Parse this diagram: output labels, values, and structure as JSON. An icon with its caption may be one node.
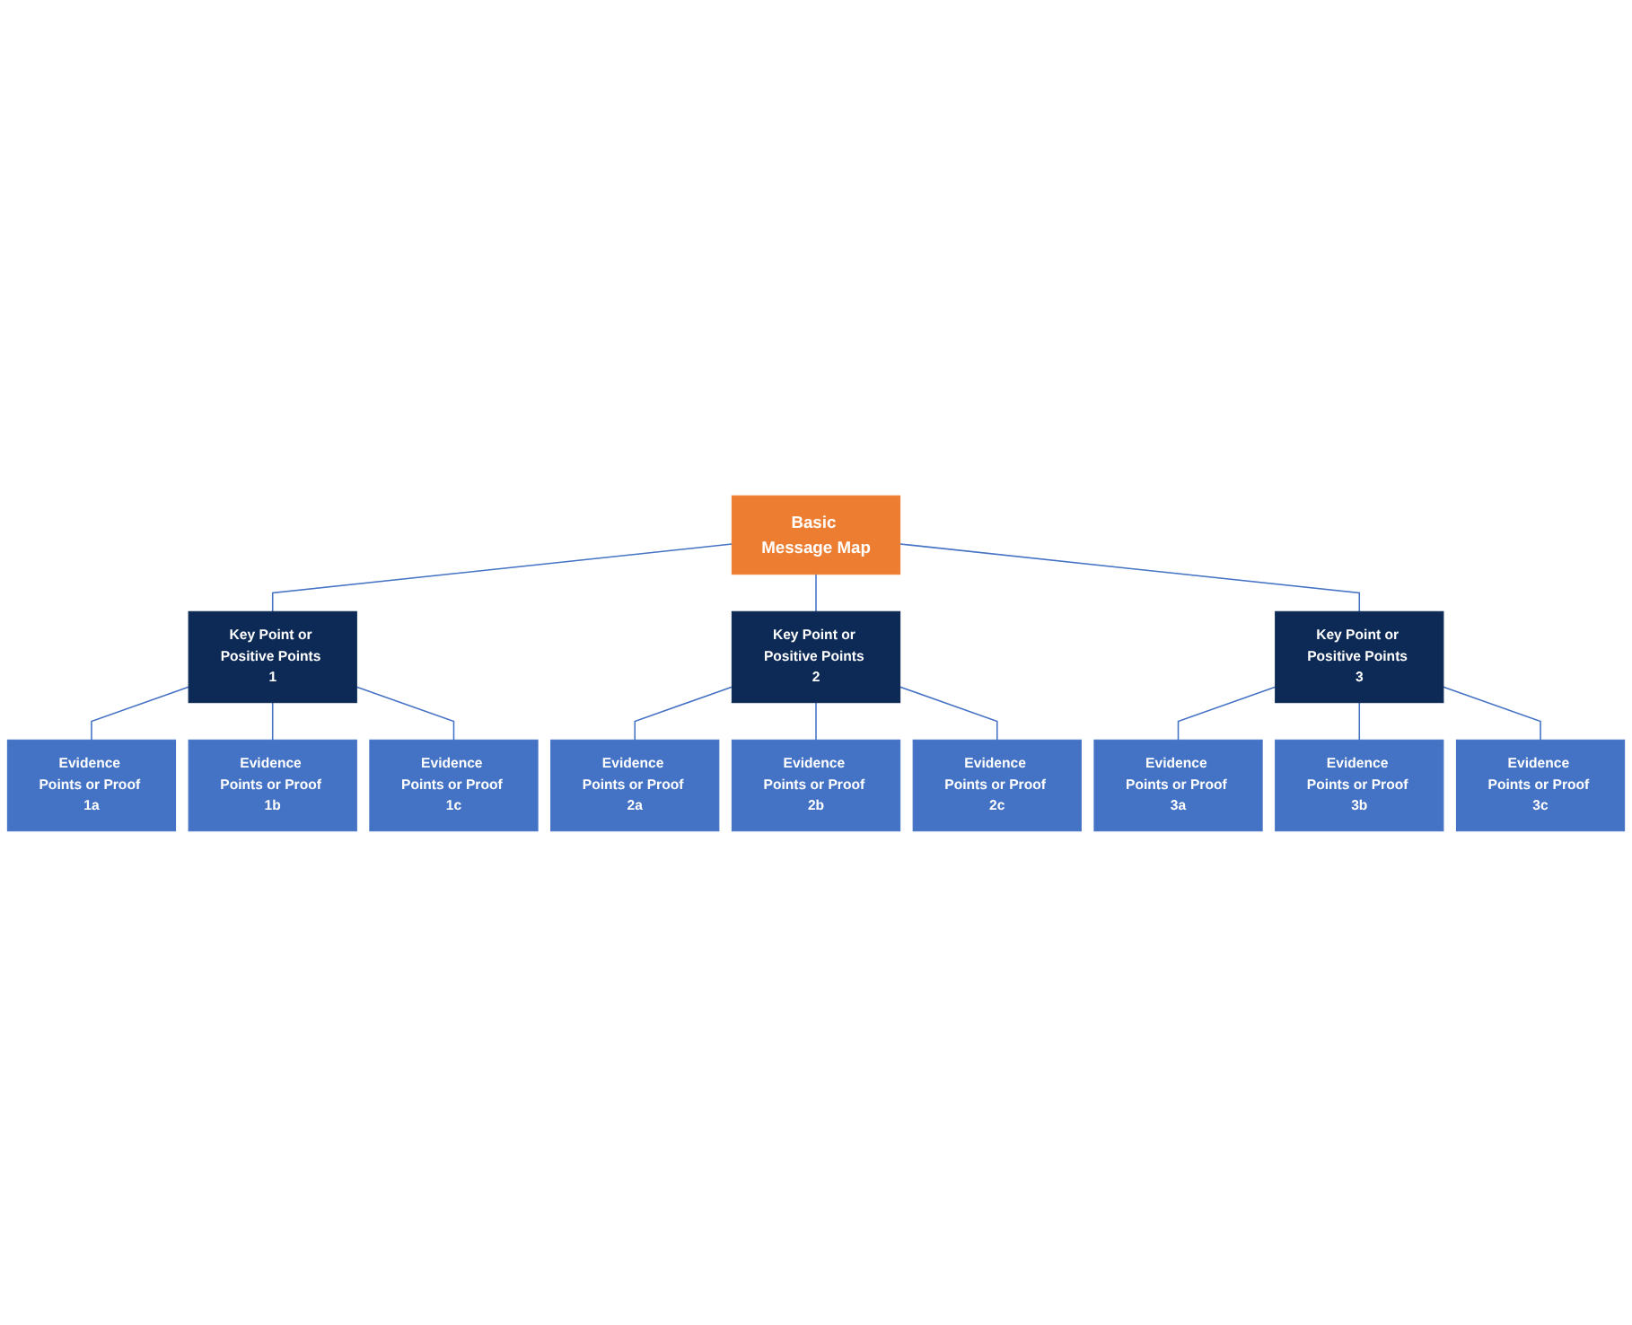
{
  "diagram": {
    "nodes": [
      {
        "text": [
          "Basic Message Map"
        ]
      },
      {
        "text": [
          "Key Point or Positive Points 1"
        ]
      },
      {
        "text": [
          "Key Point or Positive Points 2"
        ]
      },
      {
        "text": [
          "Key Point or Positive Points 3"
        ]
      },
      {
        "text": [
          "Evidence Points or Proof 1a"
        ]
      },
      {
        "text": [
          "Evidence Points or Proof 2a"
        ]
      },
      {
        "text": [
          "Evidence Points or Proof 3a"
        ]
      },
      {
        "text": [
          "Evidence Points or Proof 1b"
        ]
      },
      {
        "text": [
          "Evidence Points or Proof 2b"
        ]
      },
      {
        "text": [
          "Evidence Points or Proof 3b"
        ]
      },
      {
        "text": [
          "Evidence Points or Proof 1c"
        ]
      },
      {
        "text": [
          "Evidence Points or Proof 2c"
        ]
      },
      {
        "text": [
          "Evidence Points or Proof 3c"
        ]
      }
    ],
    "edges": [
      {
        "from": 0,
        "to": 1,
        "arrow": "none"
      },
      {
        "from": 0,
        "to": 2,
        "arrow": "none"
      },
      {
        "from": 0,
        "to": 3,
        "arrow": "none"
      },
      {
        "from": 1,
        "to": 4,
        "arrow": "none"
      },
      {
        "from": 1,
        "to": 7,
        "arrow": "none"
      },
      {
        "from": 1,
        "to": 10,
        "arrow": "none"
      },
      {
        "from": 2,
        "to": 5,
        "arrow": "none"
      },
      {
        "from": 2,
        "to": 8,
        "arrow": "none"
      },
      {
        "from": 2,
        "to": 11,
        "arrow": "none"
      },
      {
        "from": 3,
        "to": 6,
        "arrow": "none"
      },
      {
        "from": 3,
        "to": 9,
        "arrow": "none"
      },
      {
        "from": 3,
        "to": 12,
        "arrow": "none"
      }
    ]
  }
}
